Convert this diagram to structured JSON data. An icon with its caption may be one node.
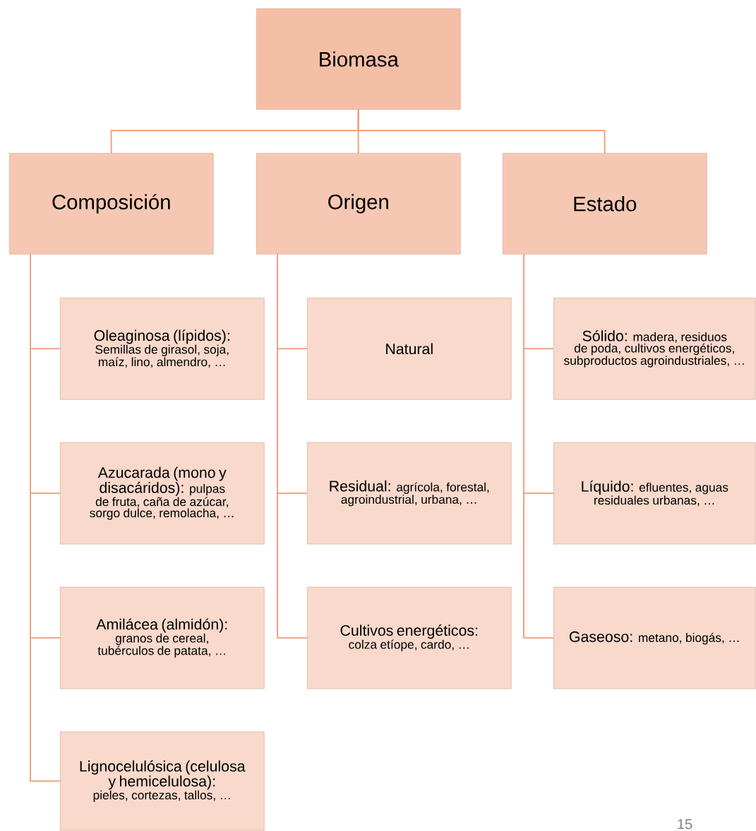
{
  "diagram": {
    "nodes": [
      {
        "text": [
          "Biomasa"
        ]
      },
      {
        "text": [
          "Composición"
        ]
      },
      {
        "text": [
          "Origen"
        ]
      },
      {
        "text": [
          "Estado"
        ]
      },
      {
        "text": [
          "Oleaginosa (lípidos):",
          "Semillas de girasol, soja, maíz, lino, almendro, …"
        ]
      },
      {
        "text": [
          "Azucarada (mono y disacáridos):",
          "pulpas de fruta, caña de azúcar, sorgo dulce, remolacha, …"
        ]
      },
      {
        "text": [
          "Amilácea (almidón):",
          "granos de cereal, tubérculos de patata, …"
        ]
      },
      {
        "text": [
          "Lignocelulósica (celulosa y hemicelulosa):",
          "pieles, cortezas, tallos, …"
        ]
      },
      {
        "text": [
          "Natural"
        ]
      },
      {
        "text": [
          "Residual:",
          "agrícola, forestal, agroindustrial, urbana, …"
        ]
      },
      {
        "text": [
          "Cultivos energéticos:",
          "colza etíope, cardo, …"
        ]
      },
      {
        "text": [
          "Sólido:",
          "madera, residuos de poda, cultivos energéticos, subproductos agroindustriales, …"
        ]
      },
      {
        "text": [
          "Líquido:",
          "efluentes, aguas residuales urbanas, …"
        ]
      },
      {
        "text": [
          "Gaseoso:",
          "metano, biogás, …"
        ]
      }
    ],
    "edges": [
      {
        "from": 0,
        "to": 1,
        "arrow": "none"
      },
      {
        "from": 0,
        "to": 2,
        "arrow": "none"
      },
      {
        "from": 0,
        "to": 3,
        "arrow": "none"
      },
      {
        "from": 1,
        "to": 4,
        "arrow": "none"
      },
      {
        "from": 1,
        "to": 5,
        "arrow": "none"
      },
      {
        "from": 1,
        "to": 6,
        "arrow": "none"
      },
      {
        "from": 1,
        "to": 7,
        "arrow": "none"
      },
      {
        "from": 2,
        "to": 8,
        "arrow": "none"
      },
      {
        "from": 2,
        "to": 9,
        "arrow": "none"
      },
      {
        "from": 2,
        "to": 10,
        "arrow": "none"
      },
      {
        "from": 3,
        "to": 11,
        "arrow": "none"
      },
      {
        "from": 3,
        "to": 12,
        "arrow": "none"
      },
      {
        "from": 3,
        "to": 13,
        "arrow": "none"
      }
    ],
    "labels": [
      "15"
    ]
  }
}
